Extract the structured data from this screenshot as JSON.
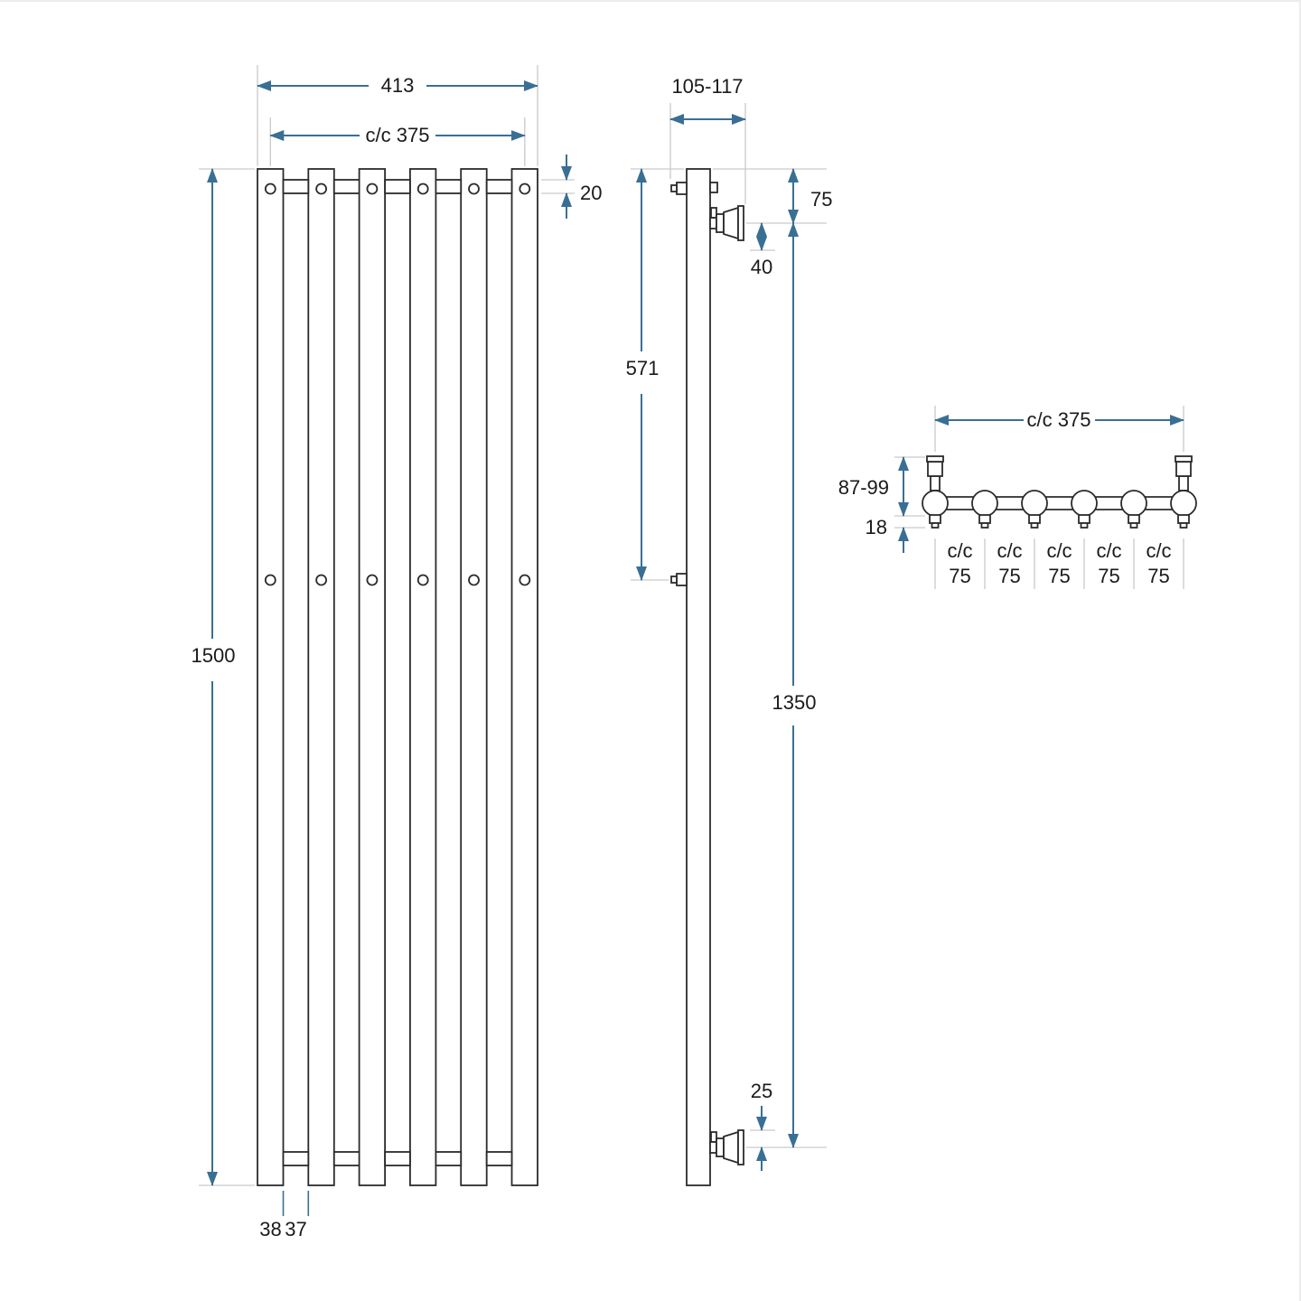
{
  "colors": {
    "dimension": "#3a6f94",
    "extension": "#c9c9c9",
    "outline": "#2b2b2b",
    "text": "#1a1a1a",
    "background": "#ffffff"
  },
  "front_view": {
    "overall_width": "413",
    "center_to_center": "c/c 375",
    "overall_height": "1500",
    "header_height": "20",
    "bar_width": "38",
    "bar_gap": "37"
  },
  "side_view": {
    "depth_range": "105-117",
    "top_to_valve": "75",
    "valve_offset": "40",
    "top_to_mid_bracket": "571",
    "valve_to_valve": "1350",
    "bottom_valve_offset": "25"
  },
  "top_view": {
    "center_to_center": "c/c 375",
    "depth_range": "87-99",
    "plug_height": "18",
    "pitch_line1": "c/c",
    "pitch_line2": "75"
  }
}
